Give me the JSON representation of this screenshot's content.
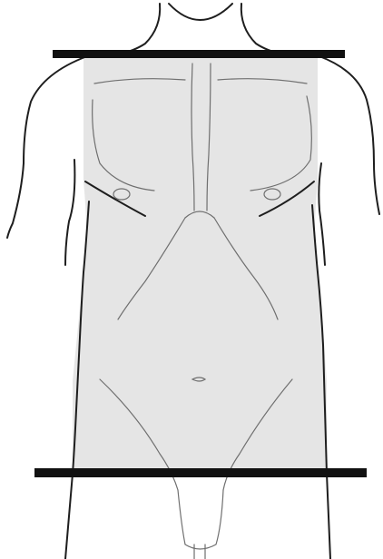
{
  "figure": {
    "subject": "front-view-torso-outline",
    "colors": {
      "background": "#ffffff",
      "shaded_region": "#e5e5e5",
      "body_outline": "#1e1e1e",
      "anatomy_detail": "#6f6f6f",
      "boundary_bars": "#111111"
    },
    "markers": {
      "upper_boundary": "bar-at-shoulders",
      "lower_boundary": "bar-at-upper-thighs"
    }
  }
}
